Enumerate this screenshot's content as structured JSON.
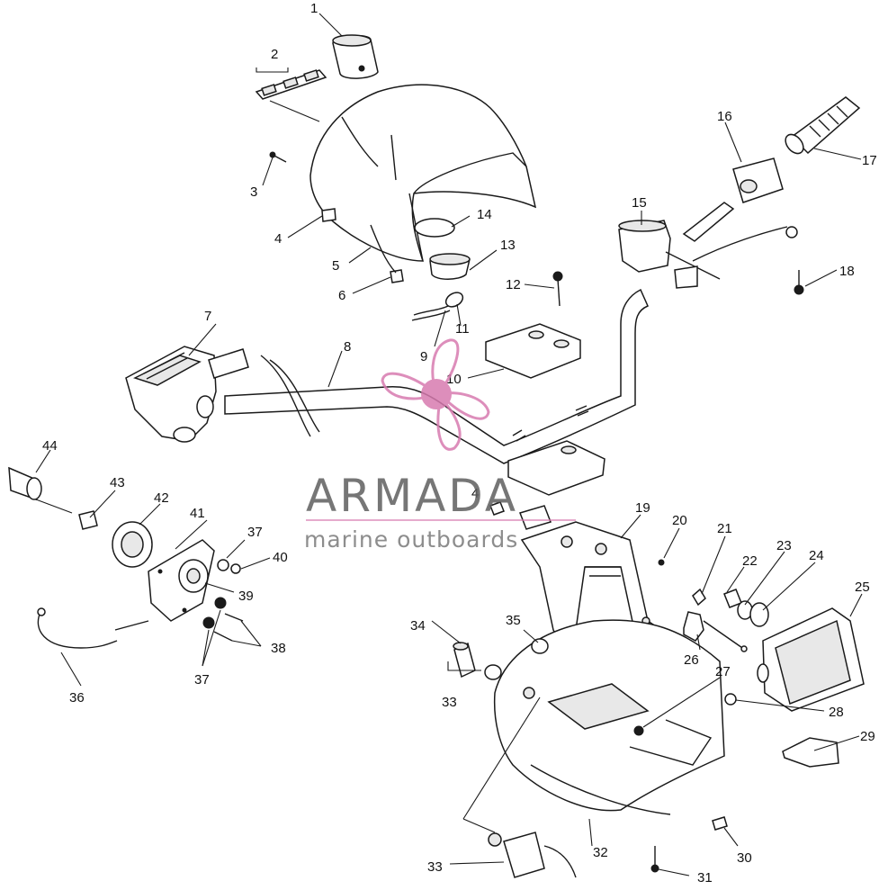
{
  "watermark": {
    "brand": "ARMADA",
    "tagline": "marine outboards",
    "accent_color": "#d87bb0",
    "text_color": "#5f5f5f"
  },
  "callouts": {
    "c1": "1",
    "c2": "2",
    "c3": "3",
    "c4a": "4",
    "c4b": "4",
    "c5": "5",
    "c6": "6",
    "c7": "7",
    "c8": "8",
    "c9": "9",
    "c10": "10",
    "c11": "11",
    "c12": "12",
    "c13": "13",
    "c14": "14",
    "c15": "15",
    "c16": "16",
    "c17": "17",
    "c18": "18",
    "c19": "19",
    "c20": "20",
    "c21": "21",
    "c22": "22",
    "c23": "23",
    "c24": "24",
    "c25": "25",
    "c26": "26",
    "c27": "27",
    "c28": "28",
    "c29": "29",
    "c30": "30",
    "c31": "31",
    "c32": "32",
    "c33a": "33",
    "c33b": "33",
    "c34": "34",
    "c35": "35",
    "c36": "36",
    "c37a": "37",
    "c37b": "37",
    "c38": "38",
    "c39": "39",
    "c40": "40",
    "c41": "41",
    "c42": "42",
    "c43": "43",
    "c44": "44"
  }
}
